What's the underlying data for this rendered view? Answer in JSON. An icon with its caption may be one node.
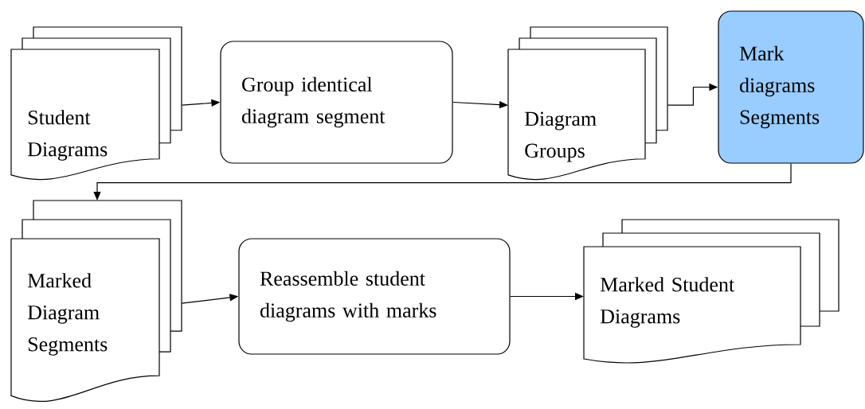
{
  "diagram": {
    "nodes": [
      {
        "text": [
          "Student Diagrams"
        ]
      },
      {
        "text": [
          "Group identical diagram segment"
        ]
      },
      {
        "text": [
          "Diagram Groups"
        ]
      },
      {
        "text": [
          "Mark diagrams Segments"
        ]
      },
      {
        "text": [
          "Marked Diagram Segments"
        ]
      },
      {
        "text": [
          "Reassemble student diagrams with marks"
        ]
      },
      {
        "text": [
          "Marked Student Diagrams"
        ]
      }
    ],
    "edges": [
      {
        "from": 0,
        "to": 1,
        "arrow": "to"
      },
      {
        "from": 1,
        "to": 2,
        "arrow": "to"
      },
      {
        "from": 2,
        "to": 3,
        "arrow": "to"
      },
      {
        "from": 3,
        "to": 4,
        "arrow": "to"
      },
      {
        "from": 4,
        "to": 5,
        "arrow": "to"
      },
      {
        "from": 5,
        "to": 6,
        "arrow": "to"
      }
    ]
  }
}
